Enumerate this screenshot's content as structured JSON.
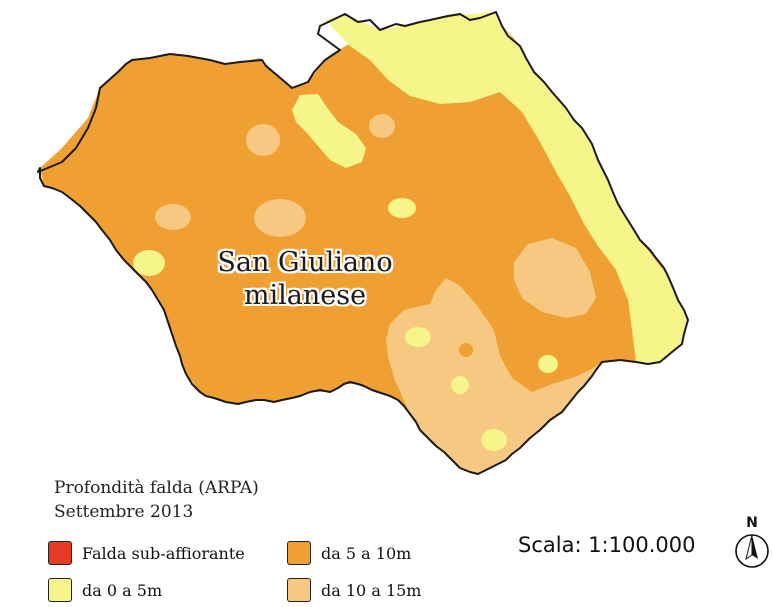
{
  "map": {
    "city_name_line1": "San Giuliano",
    "city_name_line2": "milanese"
  },
  "legend": {
    "title_line1": "Profondità falda (ARPA)",
    "title_line2": "Settembre 2013",
    "items": [
      {
        "label": "Falda sub-affiorante",
        "color": "#e53a23"
      },
      {
        "label": "da 5 a 10m",
        "color": "#f0a033"
      },
      {
        "label": "da 0 a 5m",
        "color": "#f6f589"
      },
      {
        "label": "da 10 a 15m",
        "color": "#f6c882"
      }
    ]
  },
  "scale": {
    "label": "Scala: 1:100.000"
  },
  "compass": {
    "north_label": "N",
    "icon": "north-arrow-icon"
  },
  "colors": {
    "zone_5_10": "#f0a033",
    "zone_0_5": "#f6f589",
    "zone_10_15": "#f6c882",
    "boundary": "#1a1a1a"
  }
}
